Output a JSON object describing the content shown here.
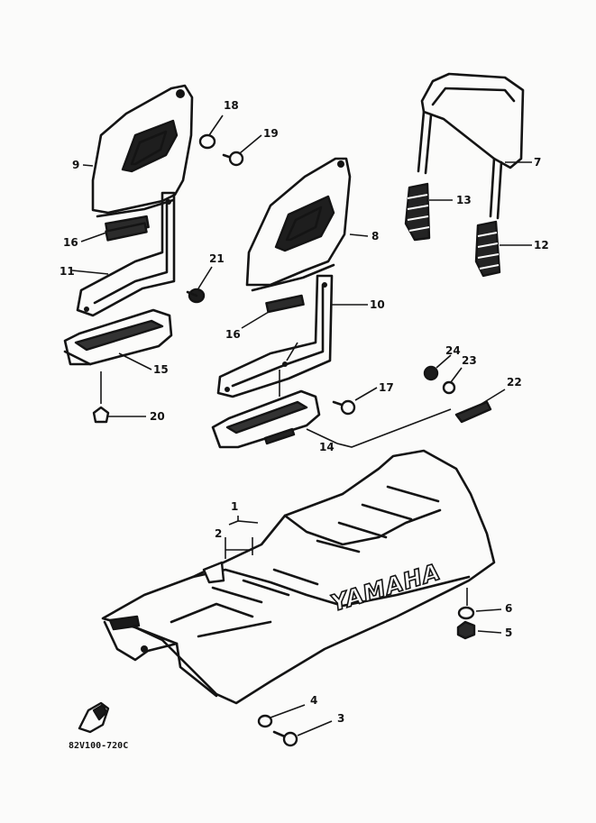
{
  "diagram": {
    "brand_text": "YAMAHA",
    "catalog_code": "82V100-720C",
    "callouts": {
      "p1": "1",
      "p2": "2",
      "p3": "3",
      "p4": "4",
      "p5": "5",
      "p6": "6",
      "p7": "7",
      "p8": "8",
      "p9": "9",
      "p10": "10",
      "p11": "11",
      "p12": "12",
      "p13": "13",
      "p14": "14",
      "p15": "15",
      "p16a": "16",
      "p16b": "16",
      "p17": "17",
      "p18": "18",
      "p19": "19",
      "p20": "20",
      "p21": "21",
      "p22": "22",
      "p23": "23",
      "p24": "24"
    }
  }
}
